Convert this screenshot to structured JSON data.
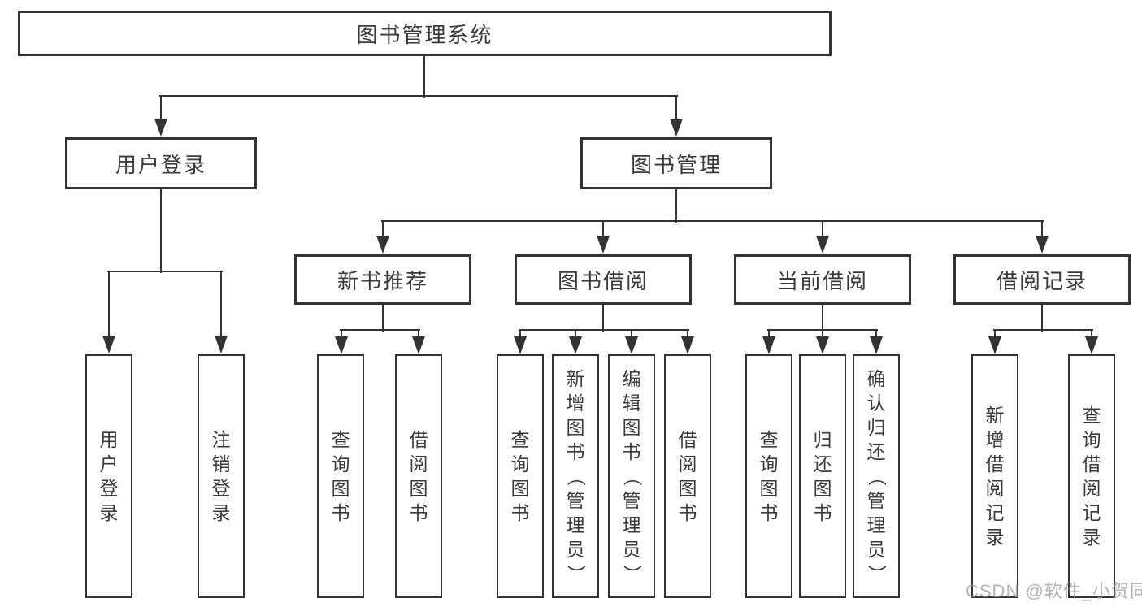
{
  "colors": {
    "line": "#333333",
    "text": "#3a3a3a",
    "box_fill": "#ffffff",
    "watermark": "#9a9a9a"
  },
  "watermark": "CSDN @软件_小贺同学",
  "tree": {
    "label": "图书管理系统",
    "children": [
      {
        "label": "用户登录",
        "children": [
          {
            "label": "用户登录"
          },
          {
            "label": "注销登录"
          }
        ]
      },
      {
        "label": "图书管理",
        "children": [
          {
            "label": "新书推荐",
            "children": [
              {
                "label": "查询图书"
              },
              {
                "label": "借阅图书"
              }
            ]
          },
          {
            "label": "图书借阅",
            "children": [
              {
                "label": "查询图书"
              },
              {
                "label": "新增图书（管理员）"
              },
              {
                "label": "编辑图书（管理员）"
              },
              {
                "label": "借阅图书"
              }
            ]
          },
          {
            "label": "当前借阅",
            "children": [
              {
                "label": "查询图书"
              },
              {
                "label": "归还图书"
              },
              {
                "label": "确认归还（管理员）"
              }
            ]
          },
          {
            "label": "借阅记录",
            "children": [
              {
                "label": "新增借阅记录"
              },
              {
                "label": "查询借阅记录"
              }
            ]
          }
        ]
      }
    ]
  }
}
